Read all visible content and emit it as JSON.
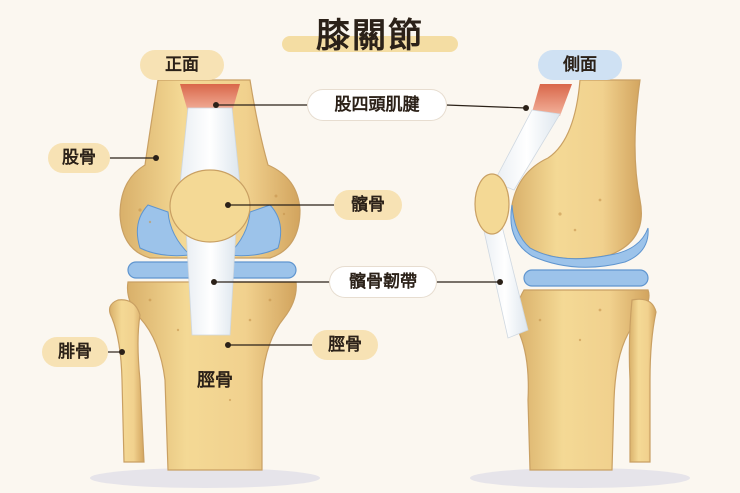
{
  "title": "膝關節",
  "views": {
    "front": "正面",
    "side": "側面"
  },
  "labels": {
    "quadriceps_tendon": "股四頭肌腱",
    "femur": "股骨",
    "patella": "髕骨",
    "patellar_ligament": "髕骨韌帶",
    "fibula": "腓骨",
    "tibia_label": "脛骨",
    "tibia_text": "脛骨"
  },
  "colors": {
    "bone": "#f1d18e",
    "bone_shadow": "#d9b06a",
    "cartilage": "#9cc3ea",
    "cartilage_edge": "#5f95cf",
    "tendon": "#ffffff",
    "muscle": "#d9674a",
    "background": "#fbf7f0",
    "leader_line": "#2b2118"
  }
}
